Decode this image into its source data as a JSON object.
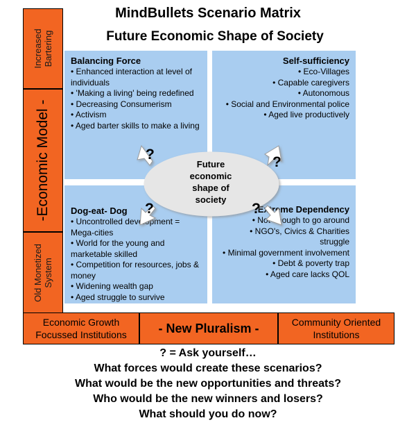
{
  "title": "MindBullets Scenario Matrix",
  "subtitle": "Future Economic Shape of Society",
  "vertical_axis": {
    "top": "Increased Bartering",
    "middle": "-Economic Model -",
    "bottom": "Old Monetized System"
  },
  "horizontal_axis": {
    "left": "Economic Growth Focussed Institutions",
    "middle": "- New Pluralism -",
    "right": "Community Oriented Institutions"
  },
  "quadrants": {
    "top_left": {
      "title": "Balancing Force",
      "items": [
        "• Enhanced interaction at level of individuals",
        "• 'Making a living' being redefined",
        "• Decreasing Consumerism",
        "• Activism",
        "• Aged barter skills to make a living"
      ]
    },
    "top_right": {
      "title": "Self-sufficiency",
      "items": [
        "• Eco-Villages",
        "• Capable caregivers",
        "• Autonomous",
        "• Social and Environmental police",
        "• Aged live productively"
      ]
    },
    "bottom_left": {
      "title": "Dog-eat- Dog",
      "items": [
        "• Uncontrolled development = Mega-cities",
        "• World for the young and marketable skilled",
        "• Competition for resources, jobs & money",
        "• Widening wealth gap",
        "• Aged struggle to survive"
      ]
    },
    "bottom_right": {
      "title": "Extreme Dependency",
      "items": [
        "• Not enough to go around",
        "• NGO's, Civics & Charities struggle",
        "• Minimal government involvement",
        "• Debt & poverty trap",
        "• Aged care lacks QOL"
      ]
    }
  },
  "center": {
    "line1": "Future",
    "line2": "economic",
    "line3": "shape of",
    "line4": "society",
    "question_mark": "?"
  },
  "footer": {
    "legend": "? = Ask yourself…",
    "questions": [
      "What forces would create these scenarios?",
      "What would be the new opportunities and threats?",
      "Who would be the new winners and losers?",
      "What should you do now?"
    ]
  },
  "colors": {
    "orange": "#f26522",
    "quadrant_blue": "#a9cdf0",
    "ellipse_gray": "#e6e6e6"
  }
}
